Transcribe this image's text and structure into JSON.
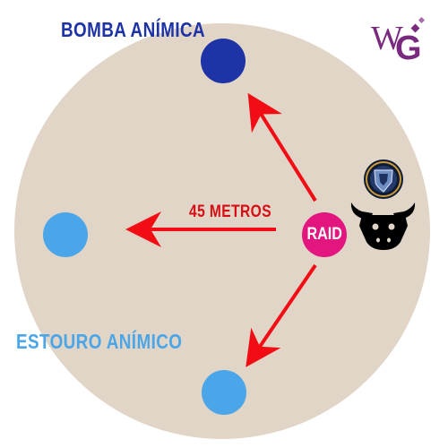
{
  "labels": {
    "bomba": "BOMBA ANÍMICA",
    "estouro": "ESTOURO ANÍMICO",
    "distance": "45 METROS",
    "raid": "RAID"
  },
  "logo": {
    "w": "W",
    "g": "G"
  },
  "icons": {
    "shield": "shield-badge-icon",
    "bull": "bull-head-icon",
    "logo_diamond": "diamond-icon"
  },
  "colors": {
    "arena": "#e0d5c6",
    "bomba": "#1d33a6",
    "estouro": "#4aa6e8",
    "arrow": "#f20d15",
    "raid": "#e3157f",
    "logo": "#7a2a7e"
  }
}
